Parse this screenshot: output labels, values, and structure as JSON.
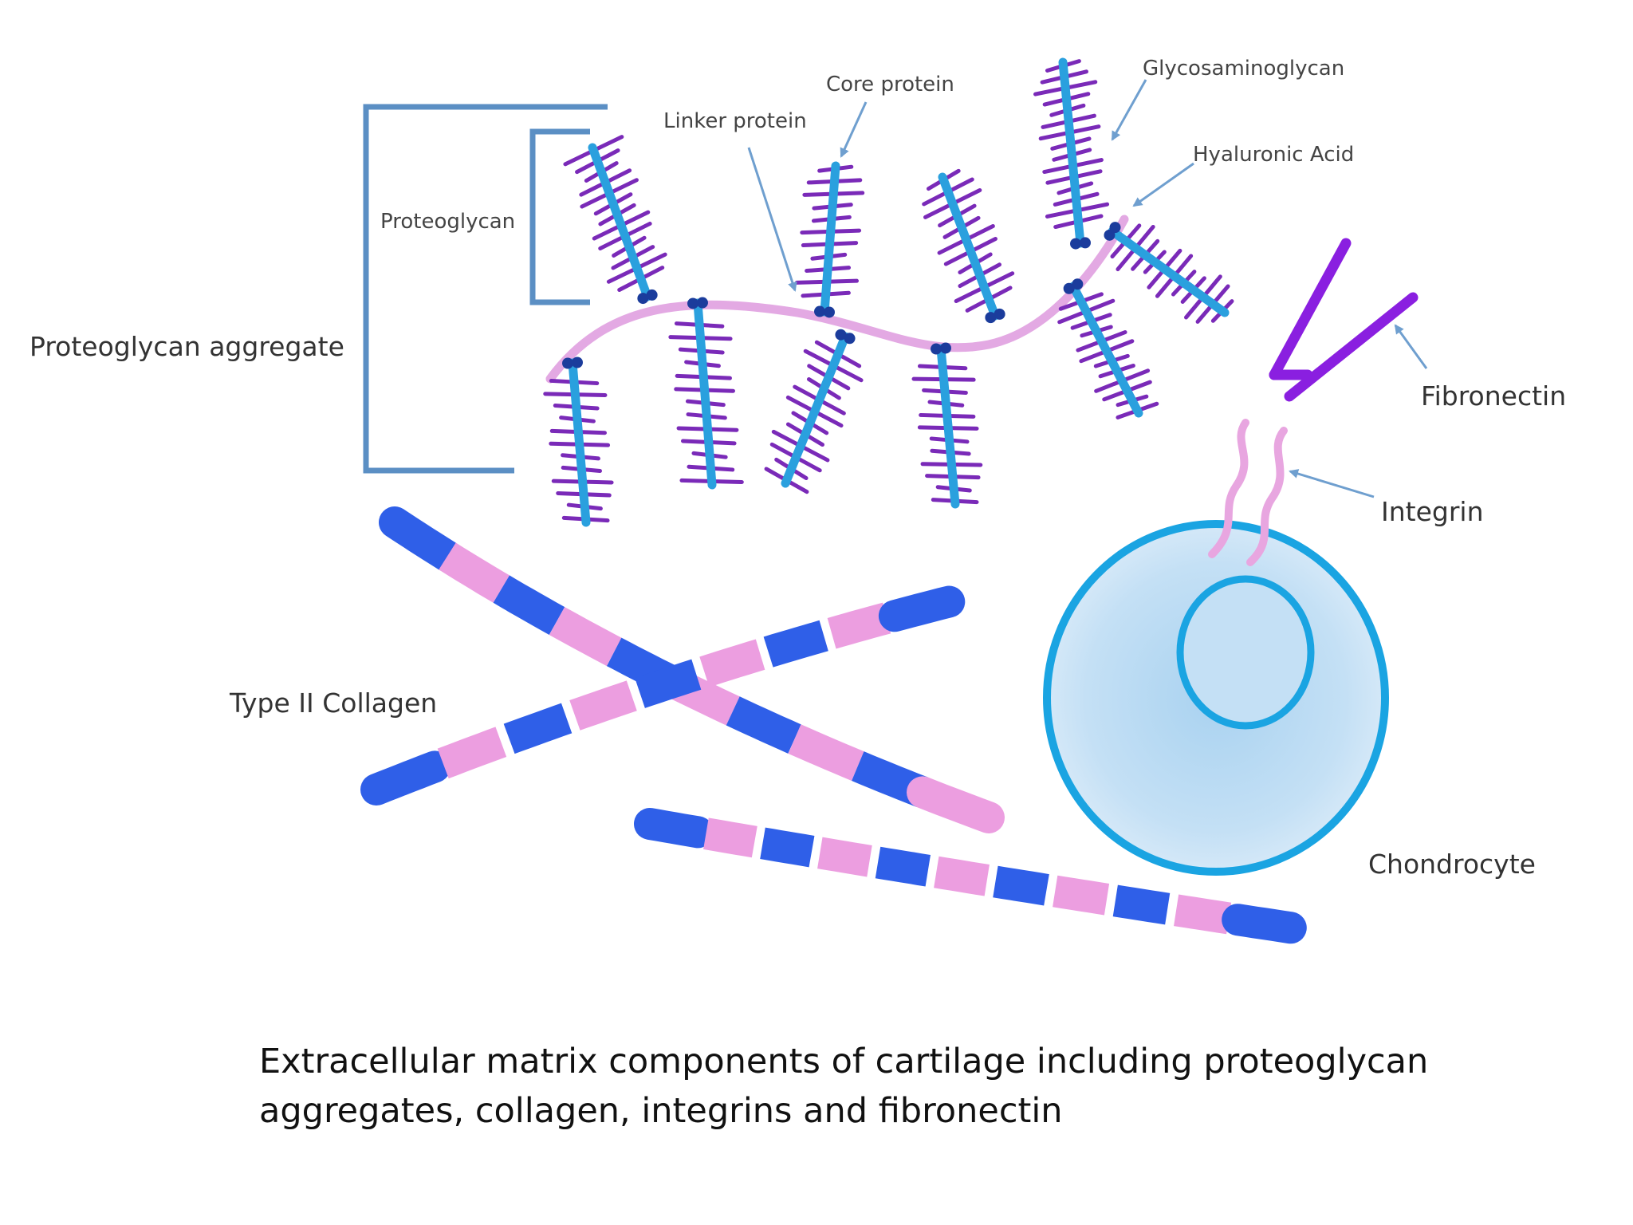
{
  "labels": {
    "glycosaminoglycan": "Glycosaminoglycan",
    "core_protein": "Core protein",
    "linker_protein": "Linker protein",
    "hyaluronic_acid": "Hyaluronic Acid",
    "proteoglycan": "Proteoglycan",
    "proteoglycan_aggregate": "Proteoglycan aggregate",
    "fibronectin": "Fibronectin",
    "integrin": "Integrin",
    "type_ii_collagen": "Type II Collagen",
    "chondrocyte": "Chondrocyte"
  },
  "caption": {
    "line1": "Extracellular matrix components of cartilage including proteoglycan",
    "line2": "aggregates, collagen, integrins and fibronectin"
  },
  "colors": {
    "bracket": "#5b8fc4",
    "arrow": "#6f9fcf",
    "hyaluronic_acid": "#e3a9e3",
    "core_protein": "#2aa0de",
    "gag_bristle": "#7a2ab8",
    "linker": "#1b3c9c",
    "fibronectin": "#8a1fe0",
    "integrin": "#e8a6e0",
    "collagen_pink": "#ec9ee0",
    "collagen_blue": "#2f5fe8",
    "cell_fill": "#cfe5f6",
    "cell_outline": "#1aa4e2"
  },
  "icons": {
    "proteoglycan_monomer": "bottlebrush-icon",
    "pointer": "arrow-icon"
  }
}
